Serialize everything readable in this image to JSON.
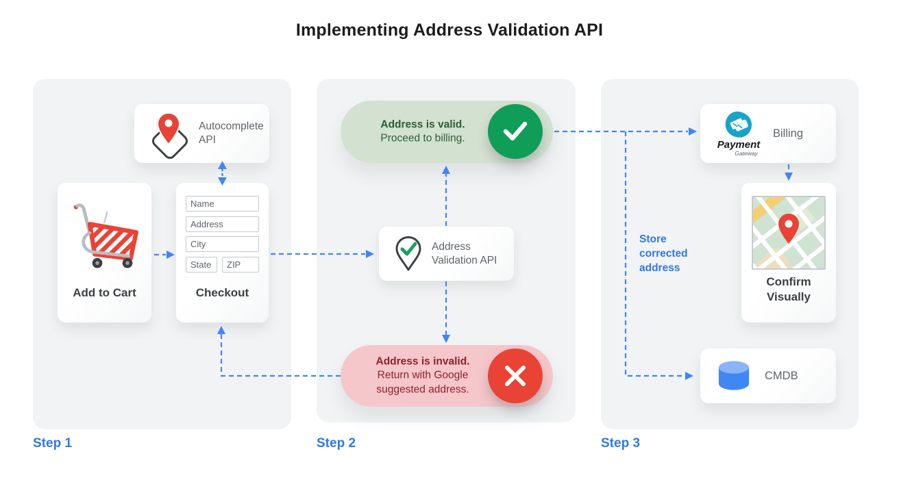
{
  "title": "Implementing Address Validation API",
  "panels": {
    "step1": {
      "label": "Step 1",
      "autocomplete_card": {
        "label": "Autocomplete API"
      },
      "cart_card": {
        "label": "Add to Cart"
      },
      "checkout_card": {
        "label": "Checkout",
        "fields": {
          "name": "Name",
          "address": "Address",
          "city": "City",
          "state": "State",
          "zip": "ZIP"
        }
      }
    },
    "step2": {
      "label": "Step 2",
      "valid_pill": {
        "title": "Address is valid.",
        "subtitle": "Proceed to billing."
      },
      "invalid_pill": {
        "title": "Address is invalid.",
        "subtitle": "Return with Google suggested address."
      },
      "validation_card": {
        "label": "Address Validation API"
      }
    },
    "step3": {
      "label": "Step 3",
      "billing_card": {
        "label": "Billing",
        "logo_title": "Payment",
        "logo_subtitle": "Gateway"
      },
      "confirm_card": {
        "label": "Confirm Visually"
      },
      "cmdb_card": {
        "label": "CMDB"
      },
      "store_note": "Store corrected address"
    }
  },
  "icons": {
    "autocomplete": "map-pin-over-diamond-icon",
    "validation": "pin-with-check-icon",
    "cart": "shopping-cart-icon",
    "valid": "check-circle-icon",
    "invalid": "cross-circle-icon",
    "billing": "payment-gateway-logo",
    "confirm": "map-thumbnail",
    "cmdb": "database-cylinder-icon"
  },
  "colors": {
    "arrow_blue": "#4285f4",
    "step_label_blue": "#2f78e8",
    "panel_bg": "#f1f3f4",
    "valid_green": "#0f9d58",
    "valid_pill_bg": "#d3e1d0",
    "valid_text": "#2b5e38",
    "invalid_red": "#e94335",
    "invalid_pill_bg": "#f5c7ca",
    "invalid_text": "#8e212c",
    "payment_teal": "#16a4c8",
    "cmdb_blue": "#4285f4"
  }
}
